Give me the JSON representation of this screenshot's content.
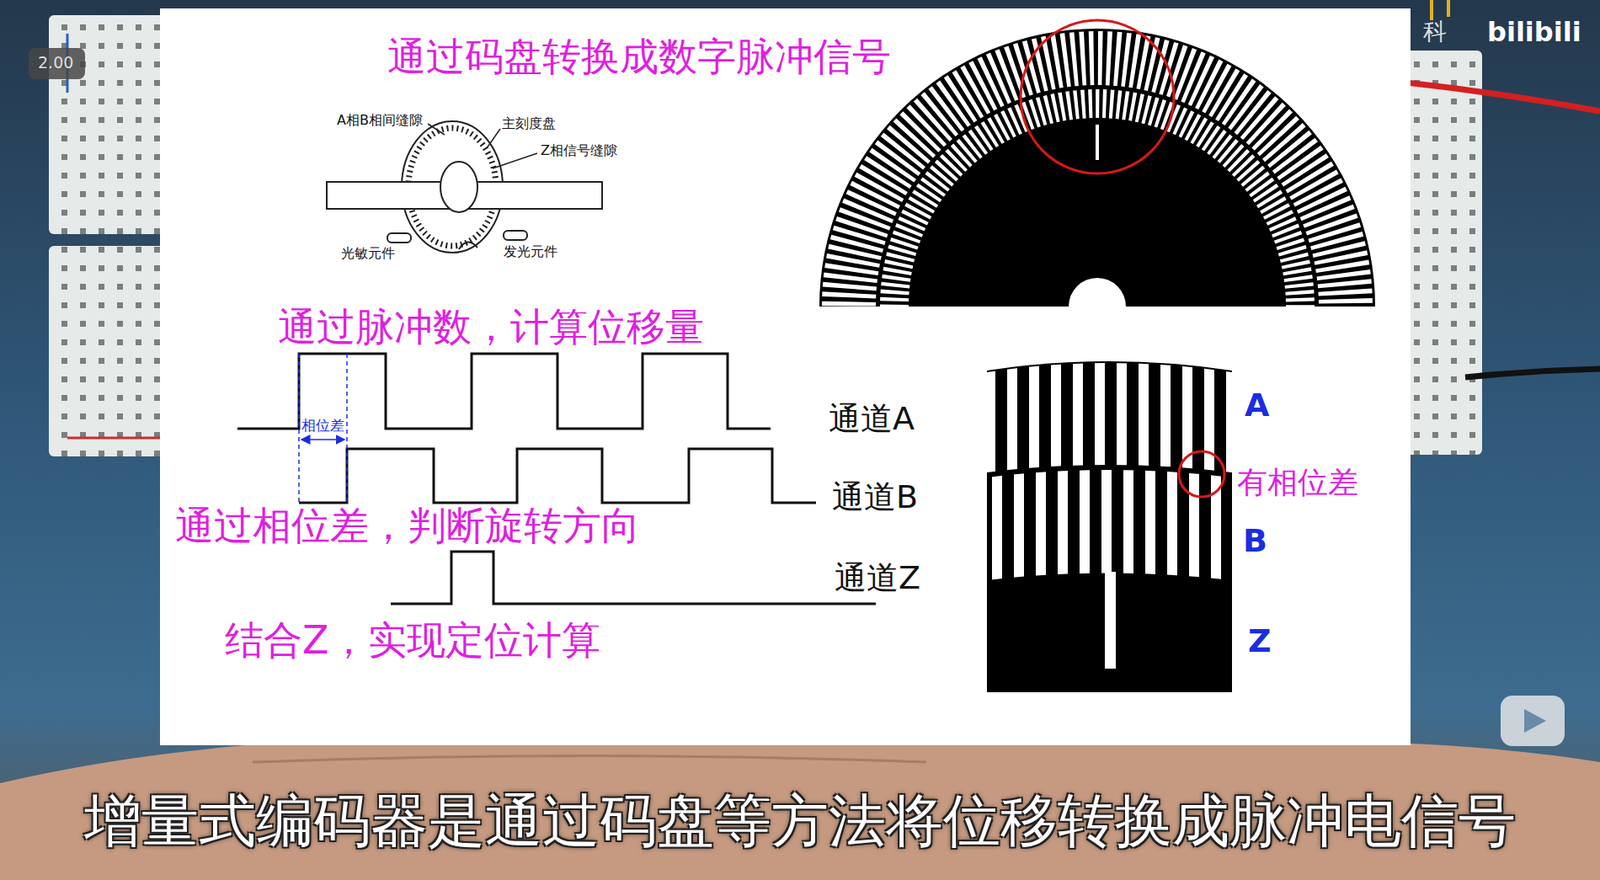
{
  "diagram": {
    "title": "通过码盘转换成数字脉冲信号",
    "caption": "增量式编码器是通过码盘等方法将位移转换成脉冲电信号",
    "nodes": [
      {
        "text": [
          "2.00"
        ]
      }
    ],
    "labels": [
      "A相B相间缝隙",
      "主刻度盘",
      "Z相信号缝隙",
      "光敏元件",
      "发光元件",
      "通过脉冲数，计算位移量",
      "相位差",
      "通道A",
      "通道B",
      "通过相位差，判断旋转方向",
      "通道Z",
      "结合Z，实现定位计算",
      "A",
      "有相位差",
      "B",
      "Z",
      "科",
      "bilibili"
    ]
  }
}
